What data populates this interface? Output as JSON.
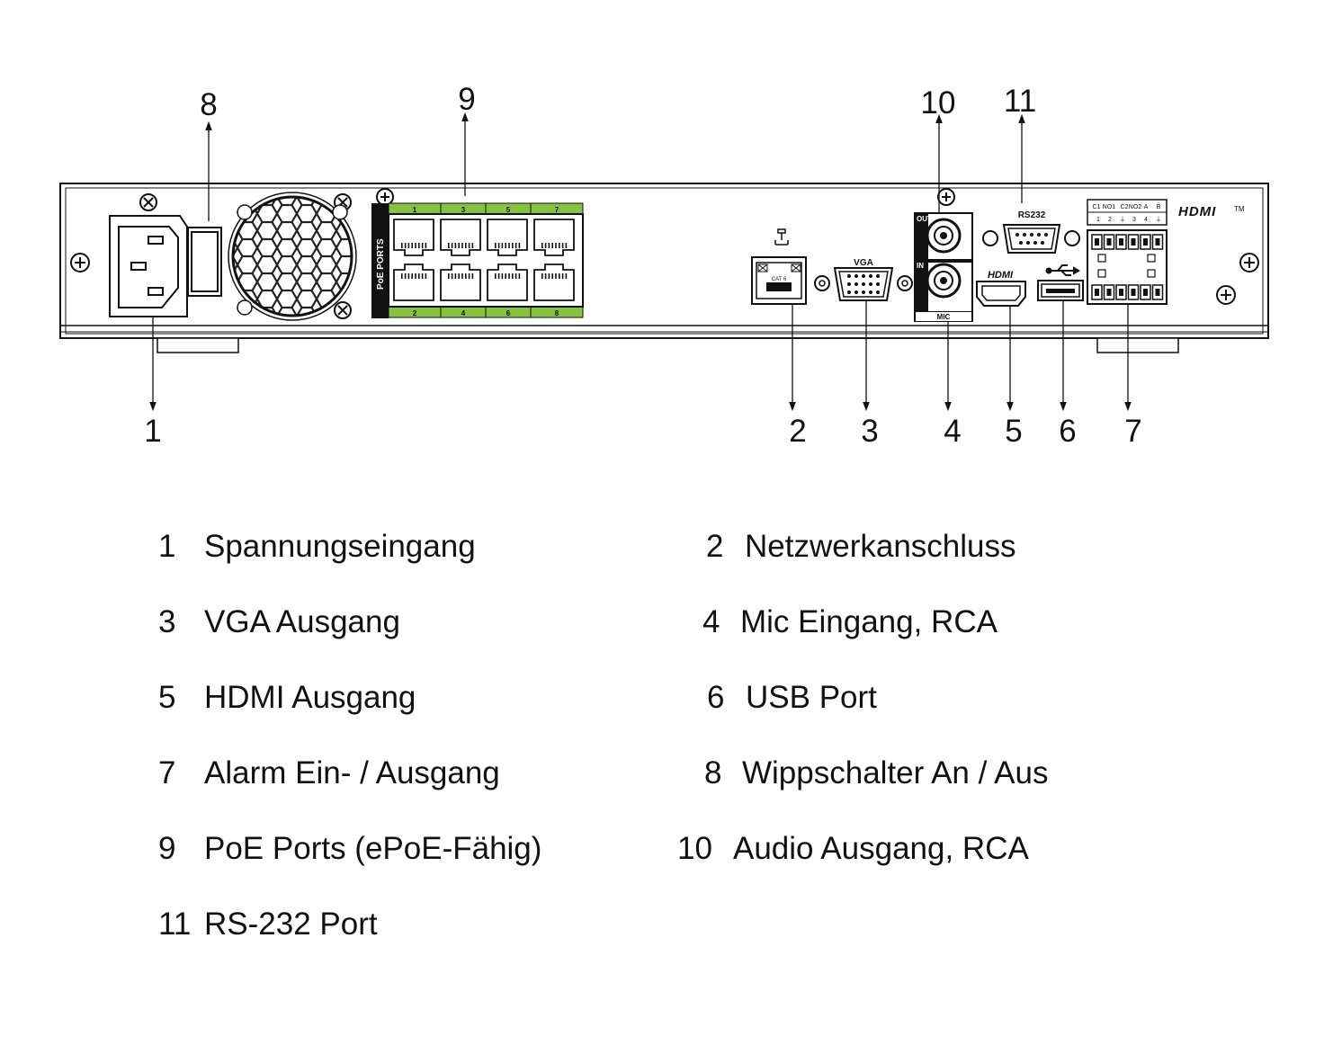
{
  "callouts": [
    "1",
    "2",
    "3",
    "4",
    "5",
    "6",
    "7",
    "8",
    "9",
    "10",
    "11"
  ],
  "device_labels": {
    "poe_ports": "PoE PORTS",
    "port_top_numbers": [
      "1",
      "3",
      "5",
      "7"
    ],
    "port_bottom_numbers": [
      "2",
      "4",
      "6",
      "8"
    ],
    "vga": "VGA",
    "audio_out": "OUT",
    "audio_in": "IN",
    "mic": "MIC",
    "rs232": "RS232",
    "hdmi_small": "HDMI",
    "hdmi_logo": "HDMI",
    "hdmi_tm": "TM",
    "alarm_top": [
      "C1",
      "NO1",
      "C2",
      "NO2",
      "A",
      "B"
    ],
    "alarm_bottom": [
      "1",
      "2",
      "⏚",
      "3",
      "4",
      "⏚"
    ],
    "net_port_text": "CAT 6"
  },
  "legend": [
    {
      "num": "1",
      "text": "Spannungseingang"
    },
    {
      "num": "2",
      "text": "Netzwerkanschluss"
    },
    {
      "num": "3",
      "text": "VGA Ausgang"
    },
    {
      "num": "4",
      "text": "Mic Eingang, RCA"
    },
    {
      "num": "5",
      "text": "HDMI Ausgang"
    },
    {
      "num": "6",
      "text": "USB Port"
    },
    {
      "num": "7",
      "text": "Alarm Ein- / Ausgang"
    },
    {
      "num": "8",
      "text": "Wippschalter An / Aus"
    },
    {
      "num": "9",
      "text": "PoE Ports (ePoE-Fähig)"
    },
    {
      "num": "10",
      "text": "Audio Ausgang, RCA"
    },
    {
      "num": "11",
      "text": "RS-232 Port"
    }
  ]
}
